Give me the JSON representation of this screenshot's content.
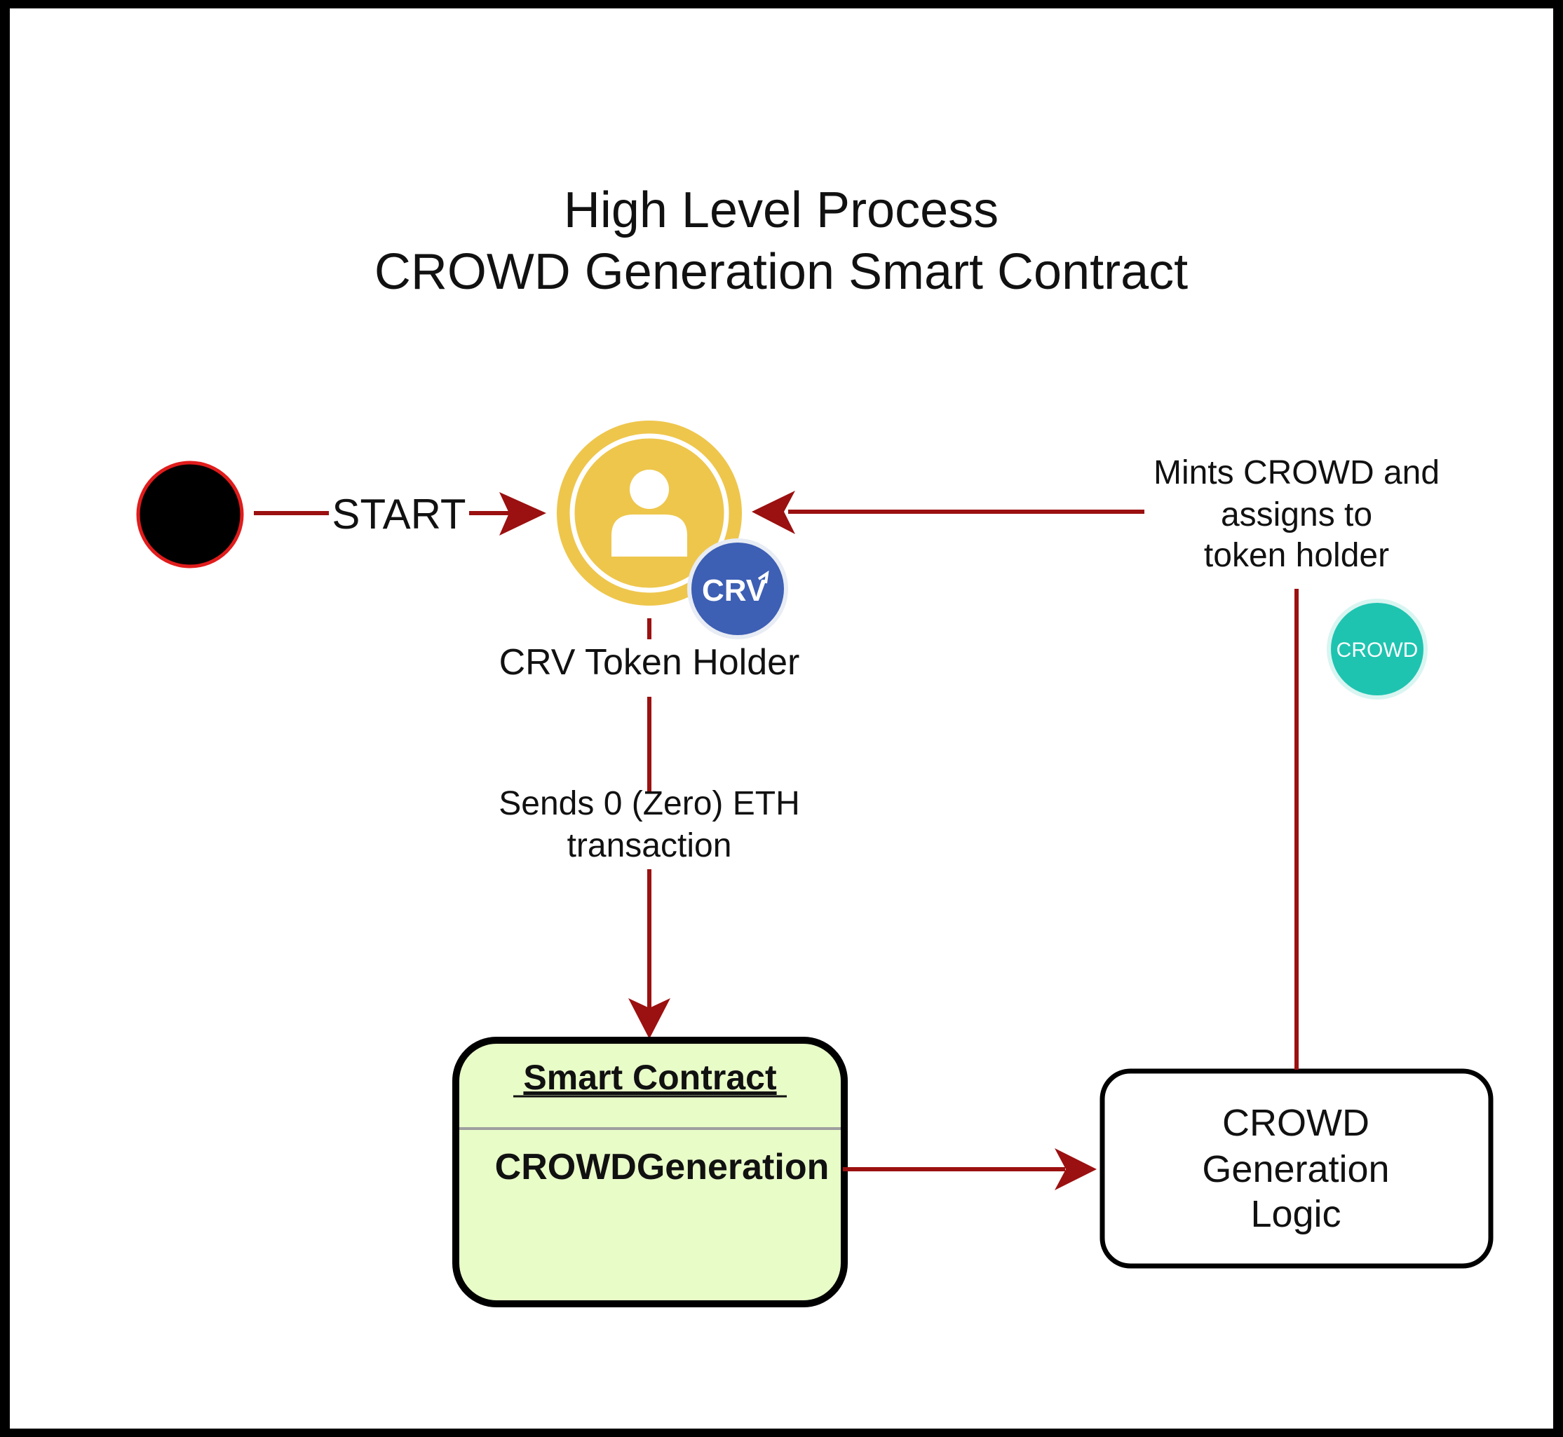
{
  "title": {
    "line1": "High Level Process",
    "line2": "CROWD Generation Smart Contract"
  },
  "edges": {
    "start": "START",
    "sends_line1": "Sends 0 (Zero) ETH",
    "sends_line2": "transaction",
    "mints_line1": "Mints CROWD and",
    "mints_line2": "assigns to",
    "mints_line3": "token holder"
  },
  "nodes": {
    "token_holder": "CRV Token Holder",
    "crv_badge": "CRV",
    "crowd_badge": "CROWD",
    "smart_contract_title": "Smart Contract",
    "smart_contract_method": "CROWDGeneration",
    "logic_line1": "CROWD",
    "logic_line2": "Generation",
    "logic_line3": "Logic"
  },
  "colors": {
    "arrow": "#9b1010",
    "start_node_fill": "#000000",
    "start_node_stroke": "#e01c1c",
    "user_circle": "#eec64c",
    "crv_badge": "#3d5fb4",
    "crowd_badge": "#1ec4b0",
    "smart_contract_fill": "#e8fcc8"
  },
  "icons": {
    "user": "user-icon",
    "crv": "crv-logo",
    "crowd": "crowd-logo"
  }
}
